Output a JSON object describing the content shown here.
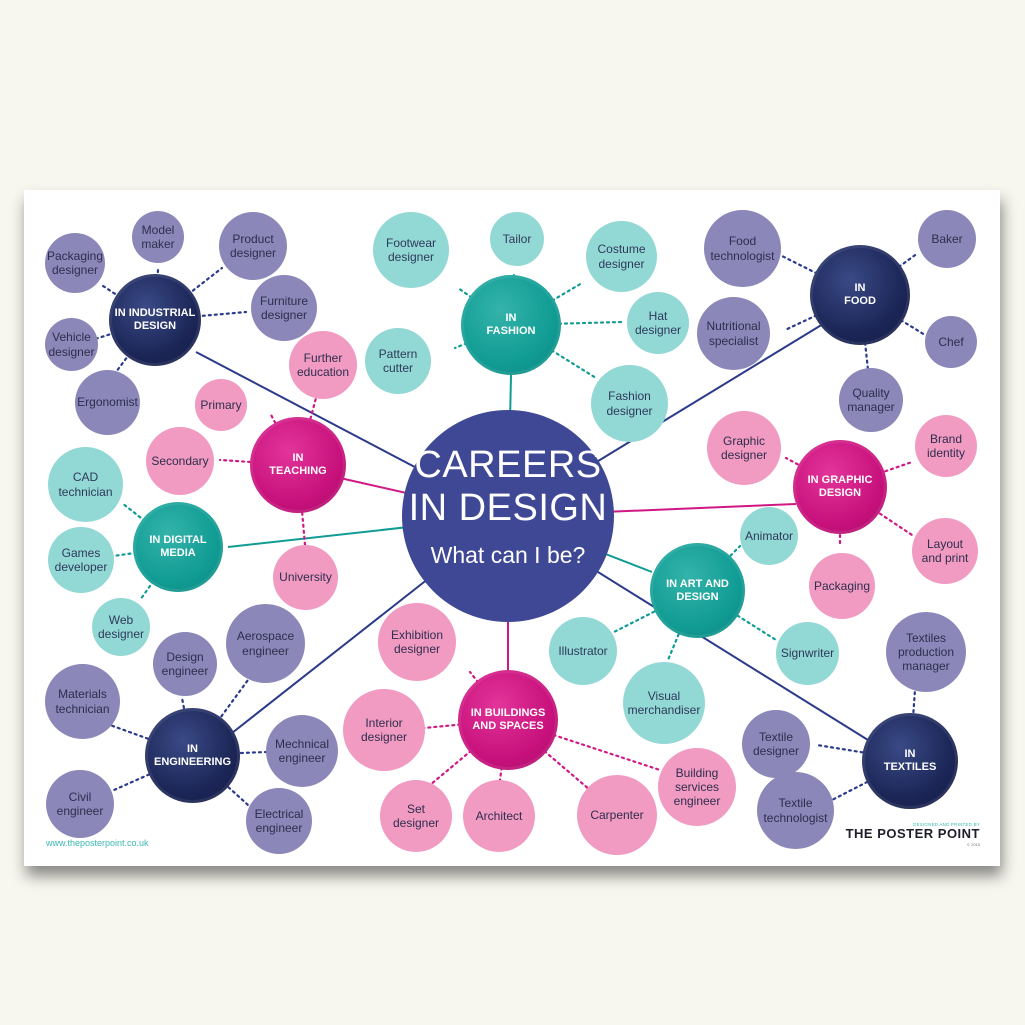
{
  "center": {
    "title": "CAREERS\nIN DESIGN",
    "subtitle": "What can I be?"
  },
  "hubs": {
    "industrial": "IN INDUSTRIAL\nDESIGN",
    "fashion": "IN\nFASHION",
    "food": "IN\nFOOD",
    "teaching": "IN\nTEACHING",
    "graphic": "IN GRAPHIC\nDESIGN",
    "digital": "IN DIGITAL\nMEDIA",
    "art": "IN ART AND\nDESIGN",
    "buildings": "IN BUILDINGS\nAND SPACES",
    "engineering": "IN\nENGINEERING",
    "textiles": "IN\nTEXTILES"
  },
  "leaves": {
    "packaging_designer": "Packaging\ndesigner",
    "model_maker": "Model\nmaker",
    "product_designer": "Product\ndesigner",
    "furniture_designer": "Furniture\ndesigner",
    "vehicle_designer": "Vehicle\ndesigner",
    "ergonomist": "Ergonomist",
    "footwear_designer": "Footwear\ndesigner",
    "tailor": "Tailor",
    "costume_designer": "Costume\ndesigner",
    "hat_designer": "Hat\ndesigner",
    "pattern_cutter": "Pattern\ncutter",
    "fashion_designer": "Fashion\ndesigner",
    "food_technologist": "Food\ntechnologist",
    "baker": "Baker",
    "nutritional_specialist": "Nutritional\nspecialist",
    "chef": "Chef",
    "quality_manager": "Quality\nmanager",
    "further_education": "Further\neducation",
    "primary": "Primary",
    "secondary": "Secondary",
    "university": "University",
    "graphic_designer": "Graphic\ndesigner",
    "brand_identity": "Brand\nidentity",
    "layout_and_print": "Layout\nand print",
    "packaging": "Packaging",
    "cad_technician": "CAD\ntechnician",
    "games_developer": "Games\ndeveloper",
    "web_designer": "Web\ndesigner",
    "animator": "Animator",
    "illustrator": "Illustrator",
    "signwriter": "Signwriter",
    "visual_merchandiser": "Visual\nmerchandiser",
    "exhibition_designer": "Exhibition\ndesigner",
    "interior_designer": "Interior\ndesigner",
    "set_designer": "Set\ndesigner",
    "architect": "Architect",
    "carpenter": "Carpenter",
    "building_services_engineer": "Building\nservices\nengineer",
    "design_engineer": "Design\nengineer",
    "aerospace_engineer": "Aerospace\nengineer",
    "materials_technician": "Materials\ntechnician",
    "mechnical_engineer": "Mechnical\nengineer",
    "civil_engineer": "Civil\nengineer",
    "electrical_engineer": "Electrical\nengineer",
    "textiles_production_manager": "Textiles\nproduction\nmanager",
    "textile_designer": "Textile\ndesigner",
    "textile_technologist": "Textile\ntechnologist"
  },
  "footer": {
    "url": "www.theposterpoint.co.uk",
    "brand_tagline": "DESIGNED AND PRINTED BY",
    "brand_name": "THE POSTER POINT",
    "brand_year": "© 2015"
  },
  "colors": {
    "center": "#3f4895",
    "navy": "#1c2657",
    "teal": "#109c94",
    "magenta": "#c8117c",
    "leaf_purple": "#8b87b8",
    "leaf_teal": "#92d8d4",
    "leaf_pink": "#f19ac2"
  }
}
